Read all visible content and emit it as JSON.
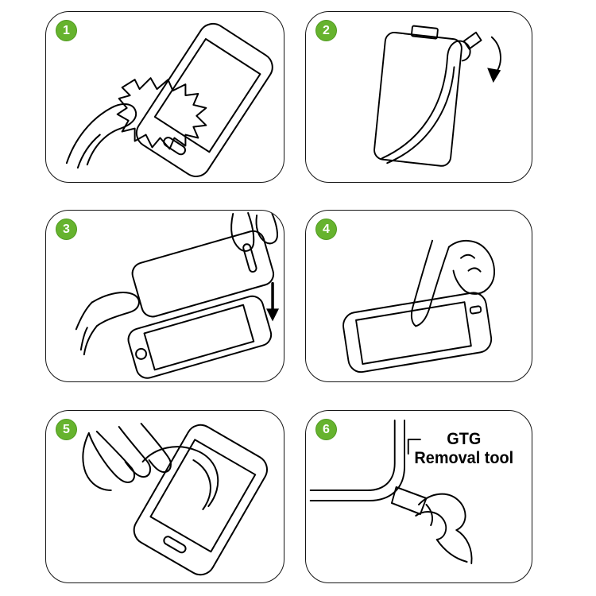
{
  "page": {
    "background": "#ffffff",
    "line_color": "#000000",
    "badge_color": "#66b32e",
    "badge_border_color": "#4f9a1f",
    "badge_text_color": "#ffffff"
  },
  "steps": [
    {
      "number": "1",
      "icon": "wipe-screen-with-cloth-illustration"
    },
    {
      "number": "2",
      "icon": "peel-backing-film-illustration"
    },
    {
      "number": "3",
      "icon": "align-glass-over-phone-illustration"
    },
    {
      "number": "4",
      "icon": "press-screen-center-illustration"
    },
    {
      "number": "5",
      "icon": "smooth-peel-film-off-illustration"
    },
    {
      "number": "6",
      "icon": "removal-tool-illustration",
      "label_line1": "GTG",
      "label_line2": "Removal tool"
    }
  ]
}
